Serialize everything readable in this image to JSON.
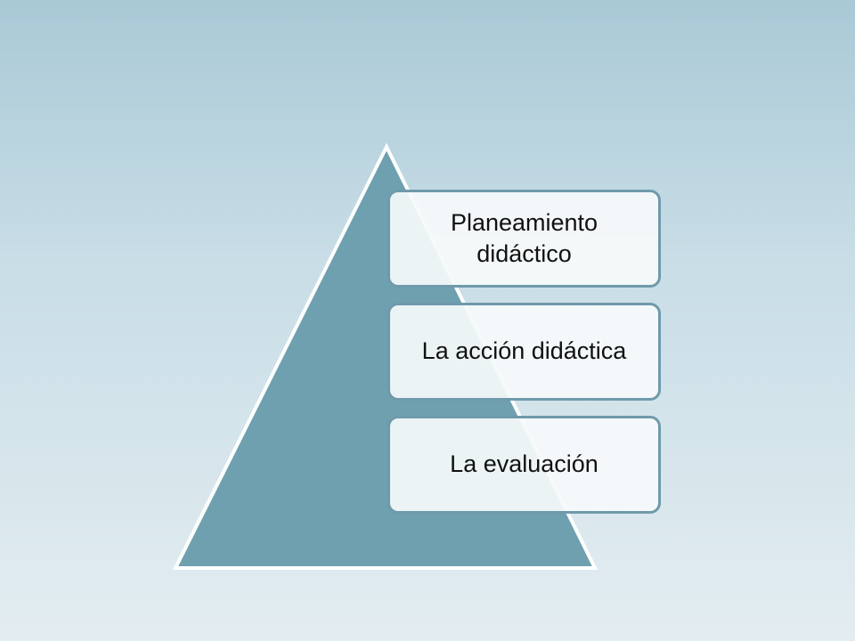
{
  "diagram": {
    "levels": [
      {
        "text_line1": "Planeamiento",
        "text_line2": "didáctico"
      },
      {
        "text": "La acción didáctica"
      },
      {
        "text": "La evaluación"
      }
    ],
    "colors": {
      "pyramid_fill": "#6fa0b0",
      "pyramid_stroke": "#ffffff",
      "box_border": "#6f9aab",
      "box_fill": "#f6fafb",
      "text": "#111111"
    }
  }
}
